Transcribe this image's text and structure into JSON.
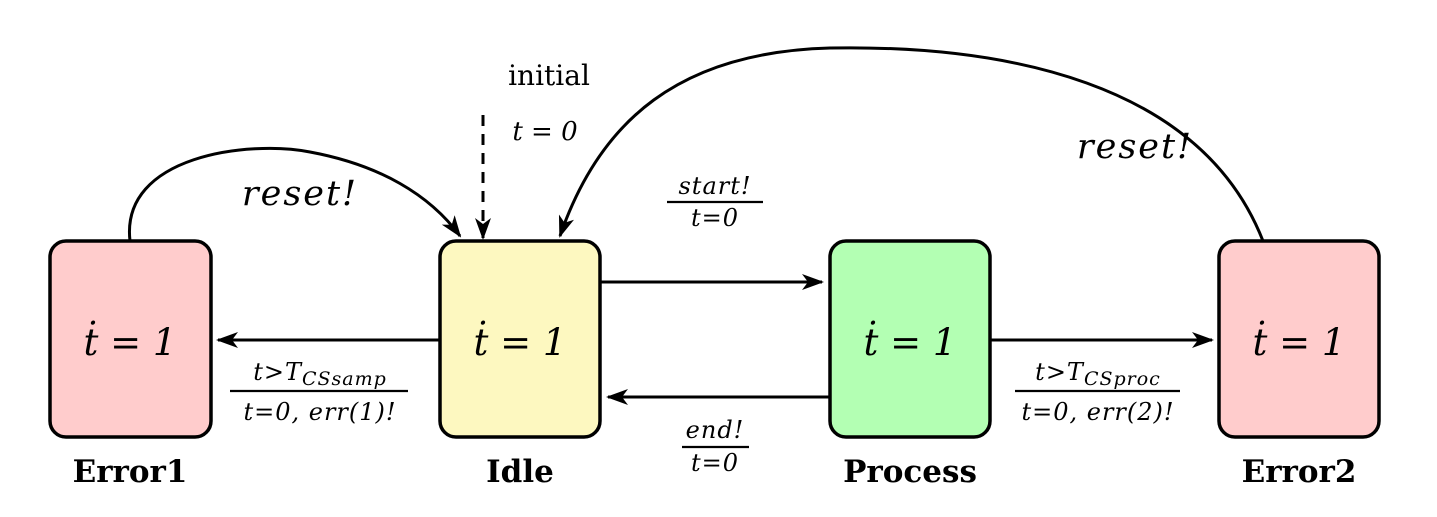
{
  "states": {
    "error1": {
      "name": "Error1",
      "invariant": "ṫ = 1",
      "fill": "#ffcccc"
    },
    "idle": {
      "name": "Idle",
      "invariant": "ṫ = 1",
      "fill": "#fdf8c0"
    },
    "process": {
      "name": "Process",
      "invariant": "ṫ = 1",
      "fill": "#b3ffb3"
    },
    "error2": {
      "name": "Error2",
      "invariant": "ṫ = 1",
      "fill": "#ffcccc"
    }
  },
  "initial": {
    "label": "initial",
    "assignment": "t = 0"
  },
  "edges": {
    "idle_to_error1": {
      "guard_main": "t>T",
      "guard_sub": "CSsamp",
      "action": "t=0, err(1)!"
    },
    "idle_to_process": {
      "sync": "start!",
      "action": "t=0"
    },
    "process_to_idle": {
      "sync": "end!",
      "action": "t=0"
    },
    "process_to_error2": {
      "guard_main": "t>T",
      "guard_sub": "CSproc",
      "action": "t=0, err(2)!"
    },
    "error1_to_idle": {
      "sync": "reset!"
    },
    "error2_to_idle": {
      "sync": "reset!"
    }
  }
}
